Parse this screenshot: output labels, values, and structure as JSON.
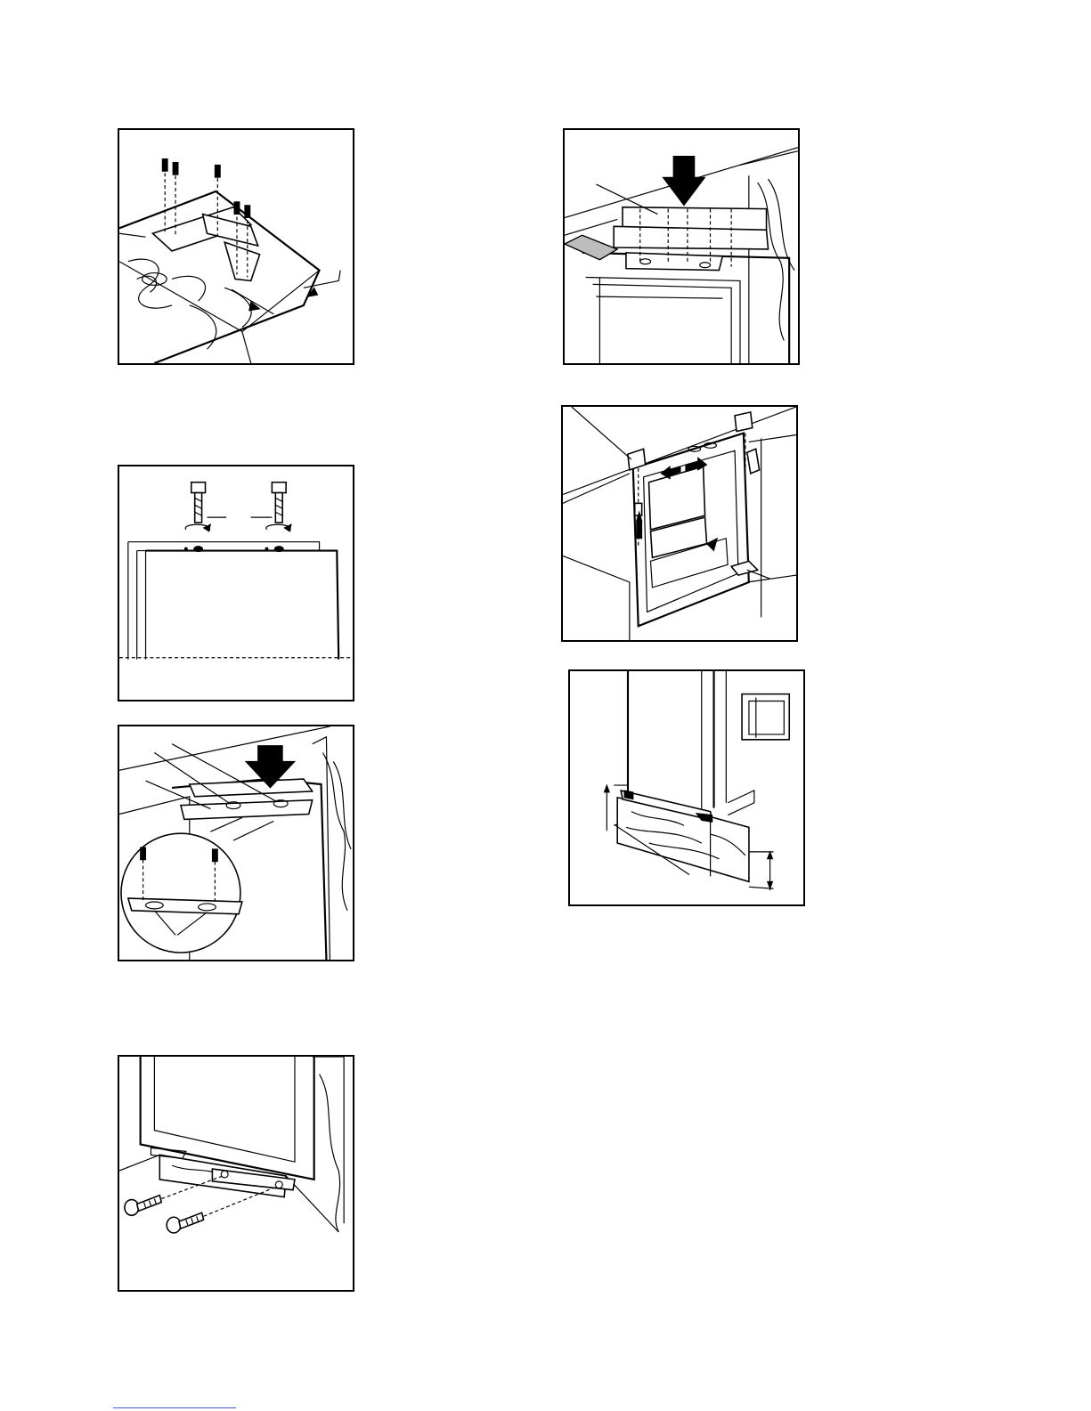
{
  "page": {
    "figures": [
      {
        "id": "fig-1",
        "icon": "bracket-on-wood-panel-icon"
      },
      {
        "id": "fig-2",
        "icon": "door-top-screws-icon"
      },
      {
        "id": "fig-3",
        "icon": "door-bracket-magnified-icon"
      },
      {
        "id": "fig-4",
        "icon": "door-bottom-screws-icon"
      },
      {
        "id": "fig-5",
        "icon": "panel-press-down-icon"
      },
      {
        "id": "fig-6",
        "icon": "cabinet-hinge-adjust-icon"
      },
      {
        "id": "fig-7",
        "icon": "plinth-measurement-icon"
      }
    ]
  },
  "colors": {
    "line": "#000000",
    "paper": "#ffffff",
    "shade": "#bdbdbd",
    "footer_rule": "#4a5bd6"
  }
}
